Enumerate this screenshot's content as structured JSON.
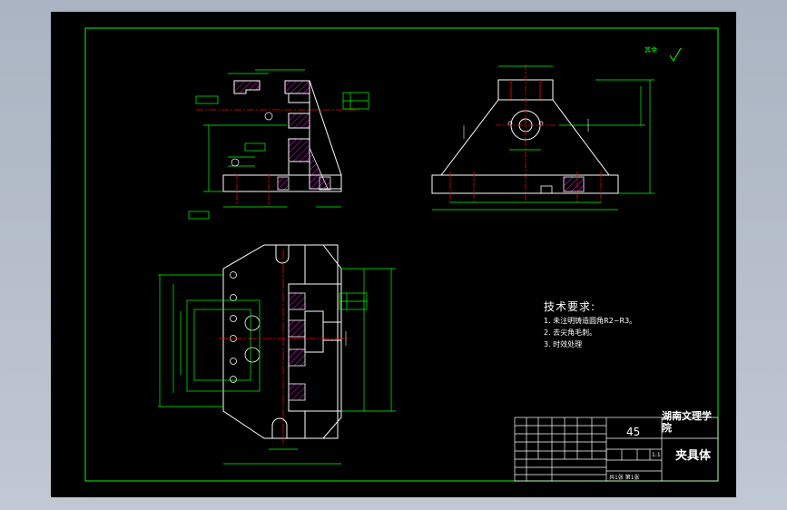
{
  "drawing": {
    "roughness_symbol": "其余",
    "tech_requirements": {
      "title": "技术要求:",
      "items": [
        "1.  未注明铸造圆角R2~R3。",
        "2.  去尖角毛刺。",
        "3.  时效处理"
      ]
    },
    "title_block": {
      "material": "45",
      "school": "湖南文理学院",
      "drawing_name": "夹具体",
      "scale": "1:1",
      "sheet_info": "共1张   第1张"
    }
  },
  "colors": {
    "background": "#000000",
    "frame": "#00ff00",
    "outline": "#ffffff",
    "dimension": "#00ff00",
    "centerline": "#ff0000",
    "hatch": "#ff00ff",
    "window_bg": "#b0b9c6"
  }
}
